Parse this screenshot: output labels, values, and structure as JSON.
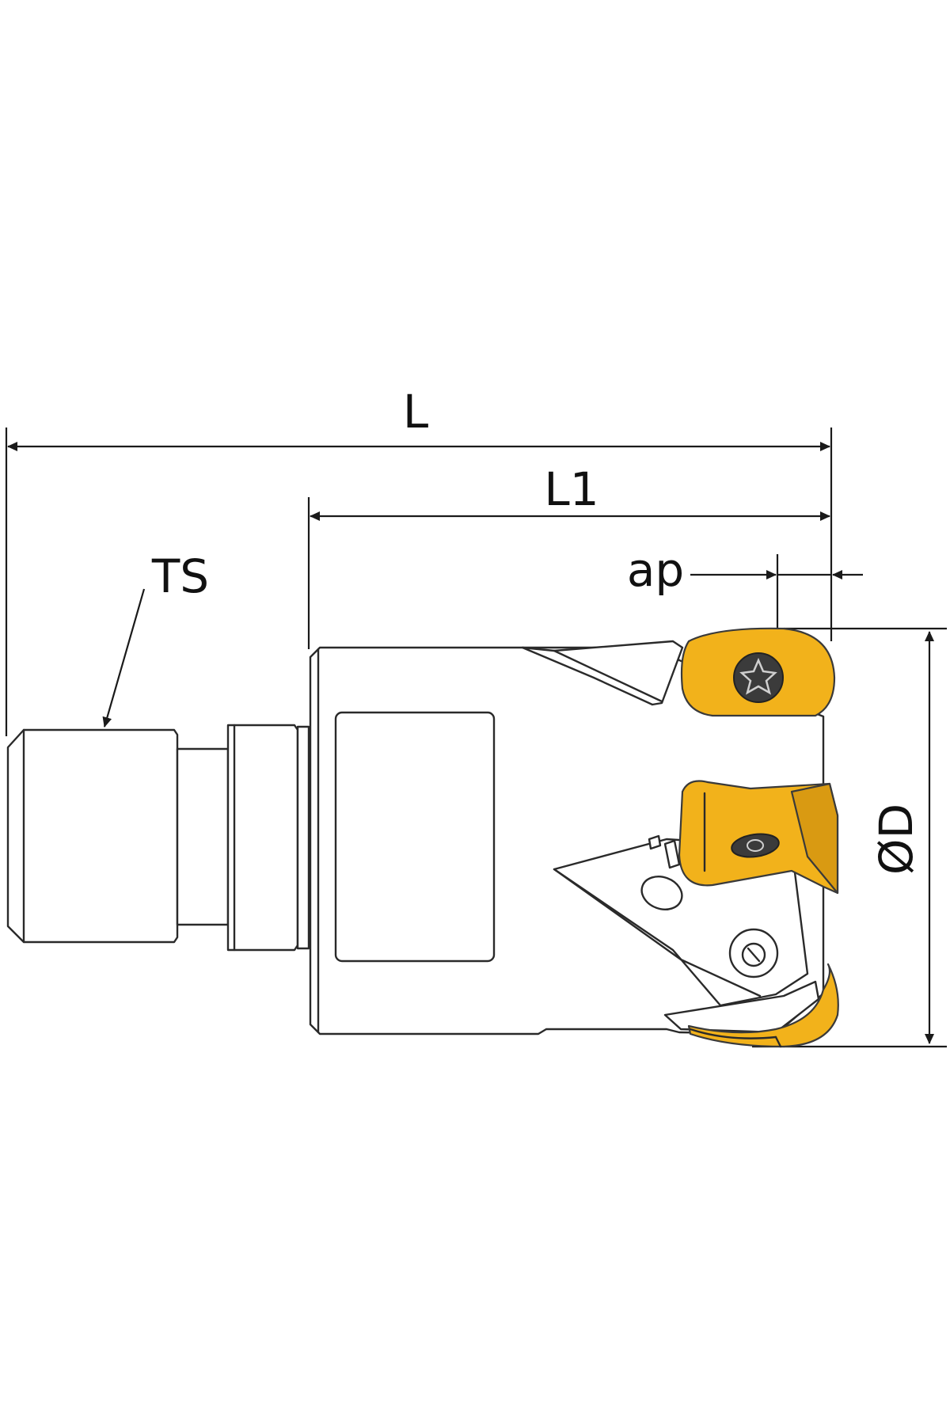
{
  "labels": {
    "L": "L",
    "L1": "L1",
    "ap": "ap",
    "TS": "TS",
    "D": "ØD"
  },
  "colors": {
    "insert": "#f2b21b",
    "insert_dark": "#d99a12",
    "outline": "#2a2a2a",
    "background": "#ffffff"
  },
  "icons": {
    "screw": "torx-screw-icon"
  }
}
